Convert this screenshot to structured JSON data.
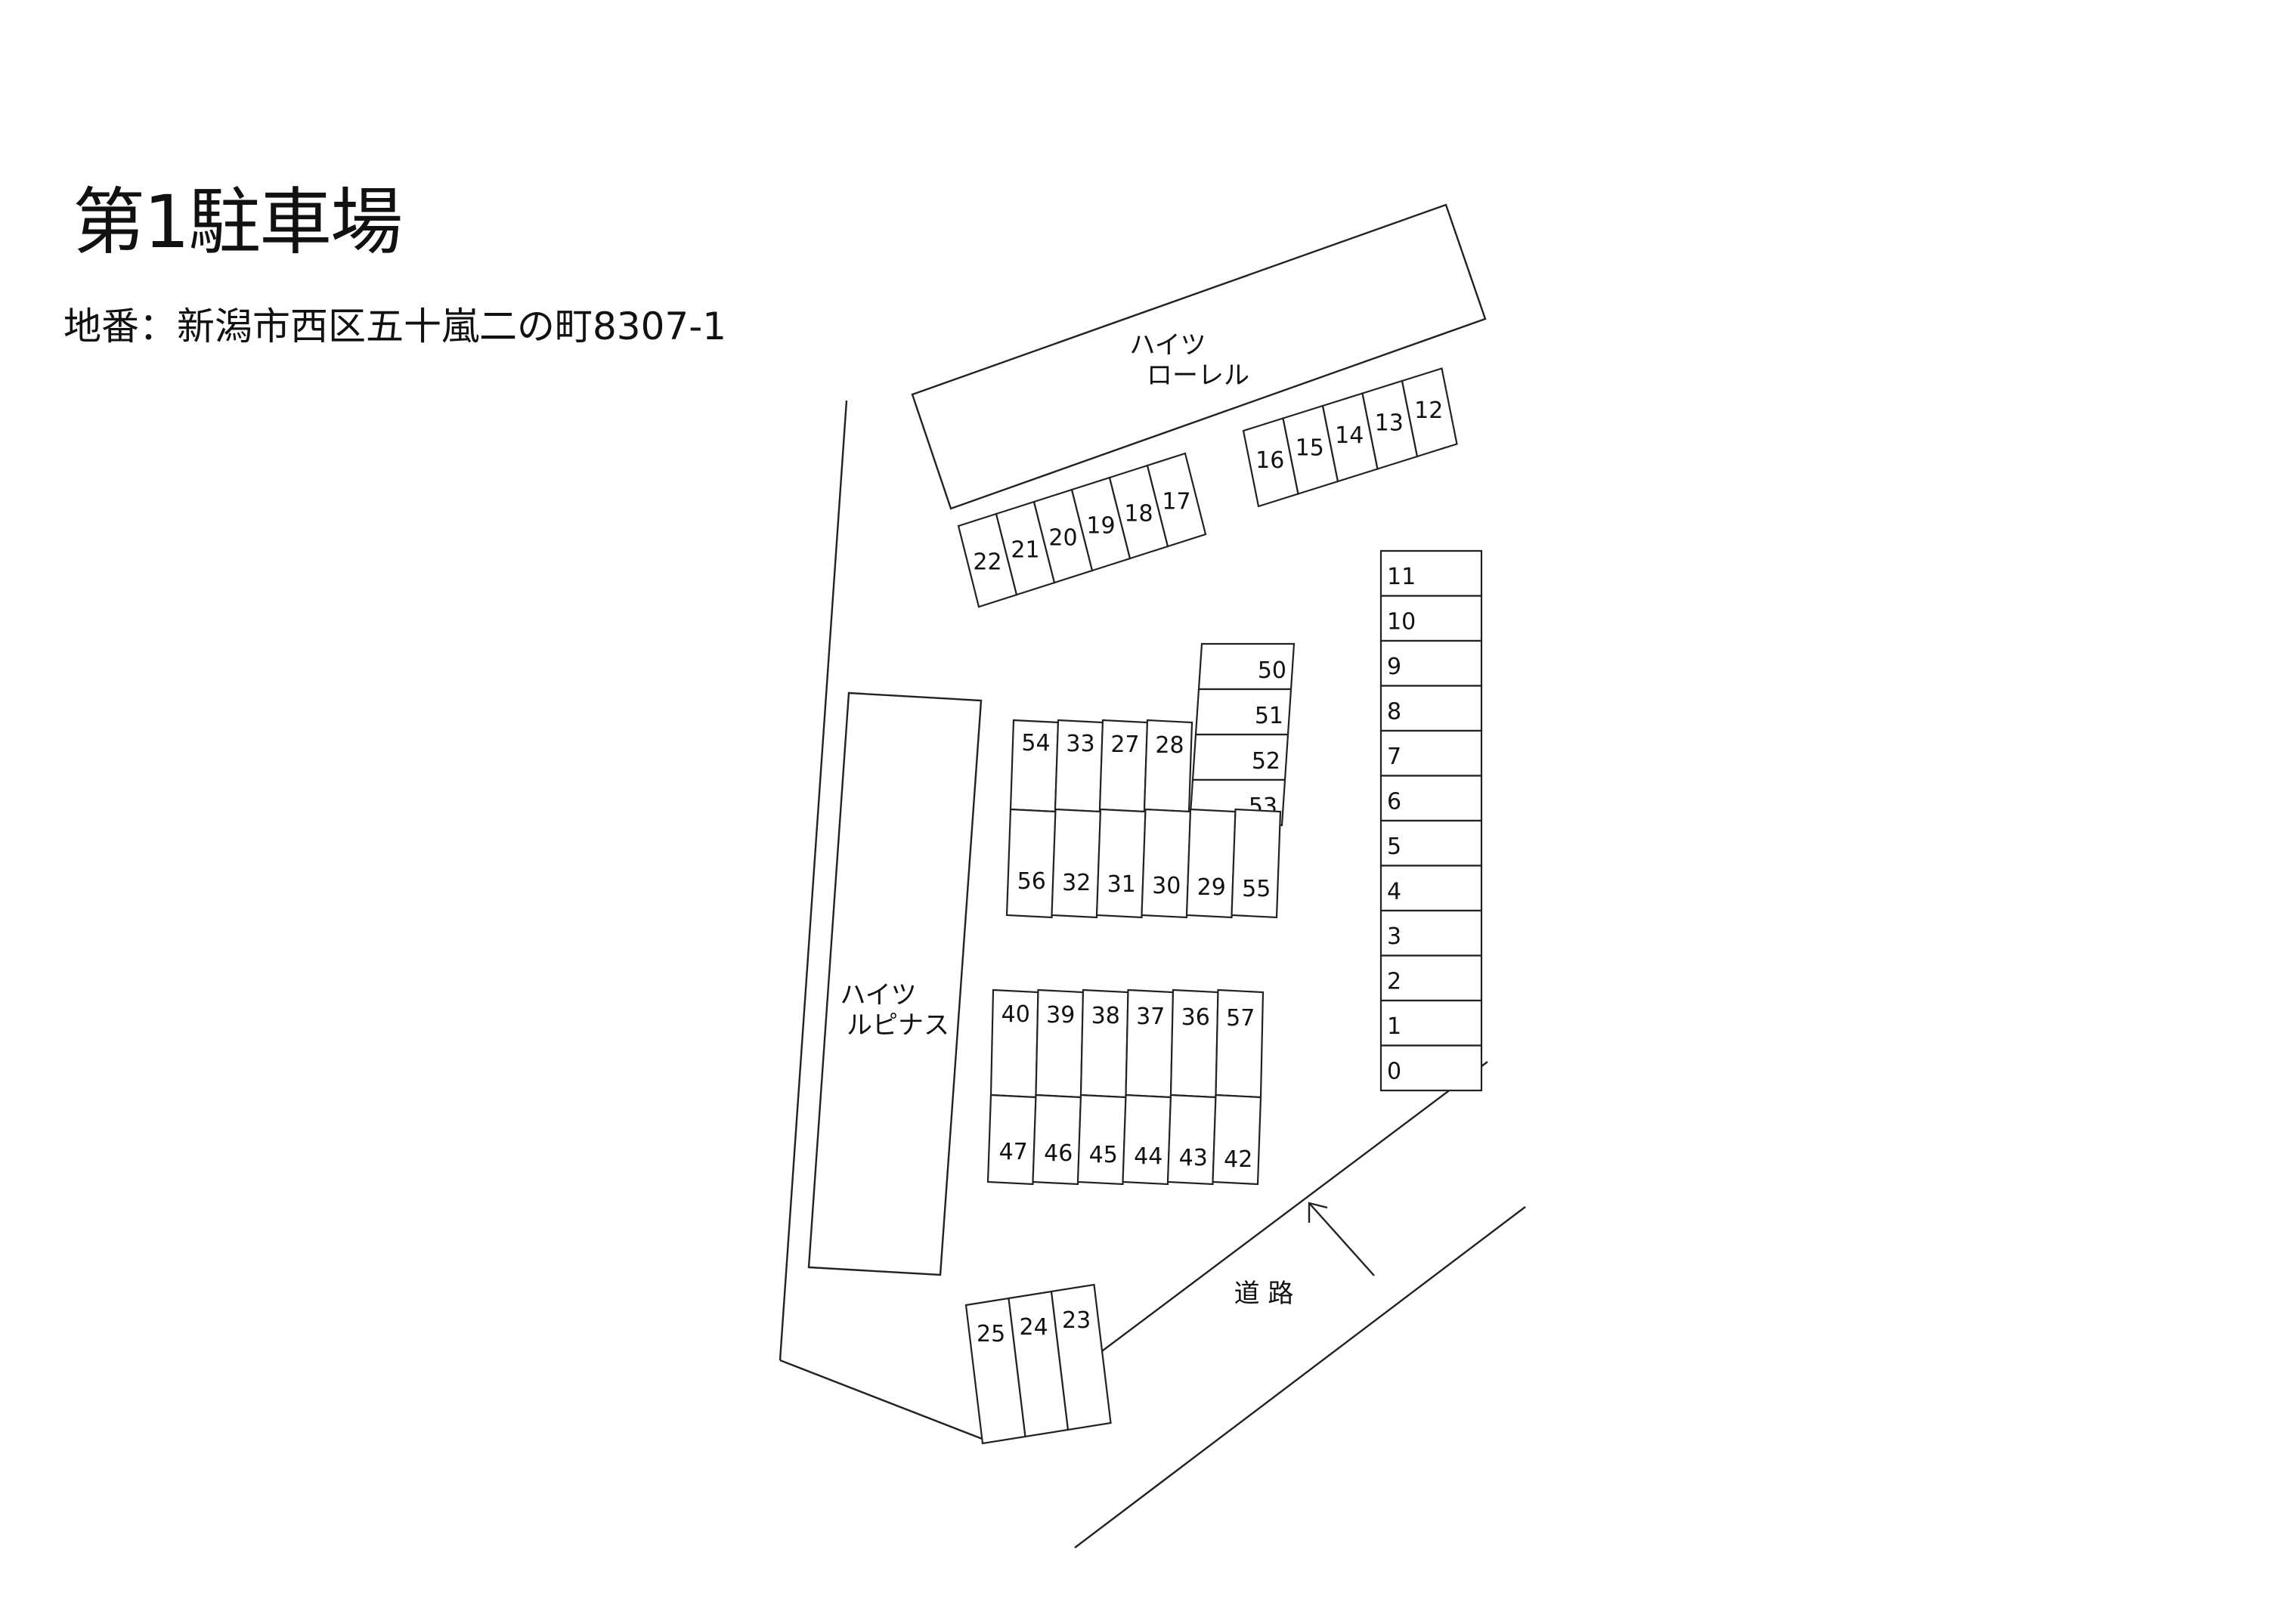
{
  "title": "第1駐車場",
  "address": "地番：新潟市西区五十嵐二の町8307-1",
  "buildings": {
    "laurel": {
      "line1": "ハイツ",
      "line2": "ローレル"
    },
    "lupinus": {
      "line1": "ハイツ",
      "line2": "ルピナス"
    }
  },
  "road_label": "道 路",
  "spaces": {
    "right_column": [
      "11",
      "10",
      "9",
      "8",
      "7",
      "6",
      "5",
      "4",
      "3",
      "2",
      "1",
      "0"
    ],
    "top_right_row": [
      "16",
      "15",
      "14",
      "13",
      "12"
    ],
    "top_left_row": [
      "22",
      "21",
      "20",
      "19",
      "18",
      "17"
    ],
    "mid_column": [
      "50",
      "51",
      "52",
      "53"
    ],
    "block1_top": [
      "54",
      "33",
      "27",
      "28"
    ],
    "block1_bottom": [
      "56",
      "32",
      "31",
      "30",
      "29",
      "55"
    ],
    "block2_top": [
      "40",
      "39",
      "38",
      "37",
      "36",
      "57"
    ],
    "block2_bottom": [
      "47",
      "46",
      "45",
      "44",
      "43",
      "42"
    ],
    "bottom_row": [
      "25",
      "24",
      "23"
    ]
  }
}
